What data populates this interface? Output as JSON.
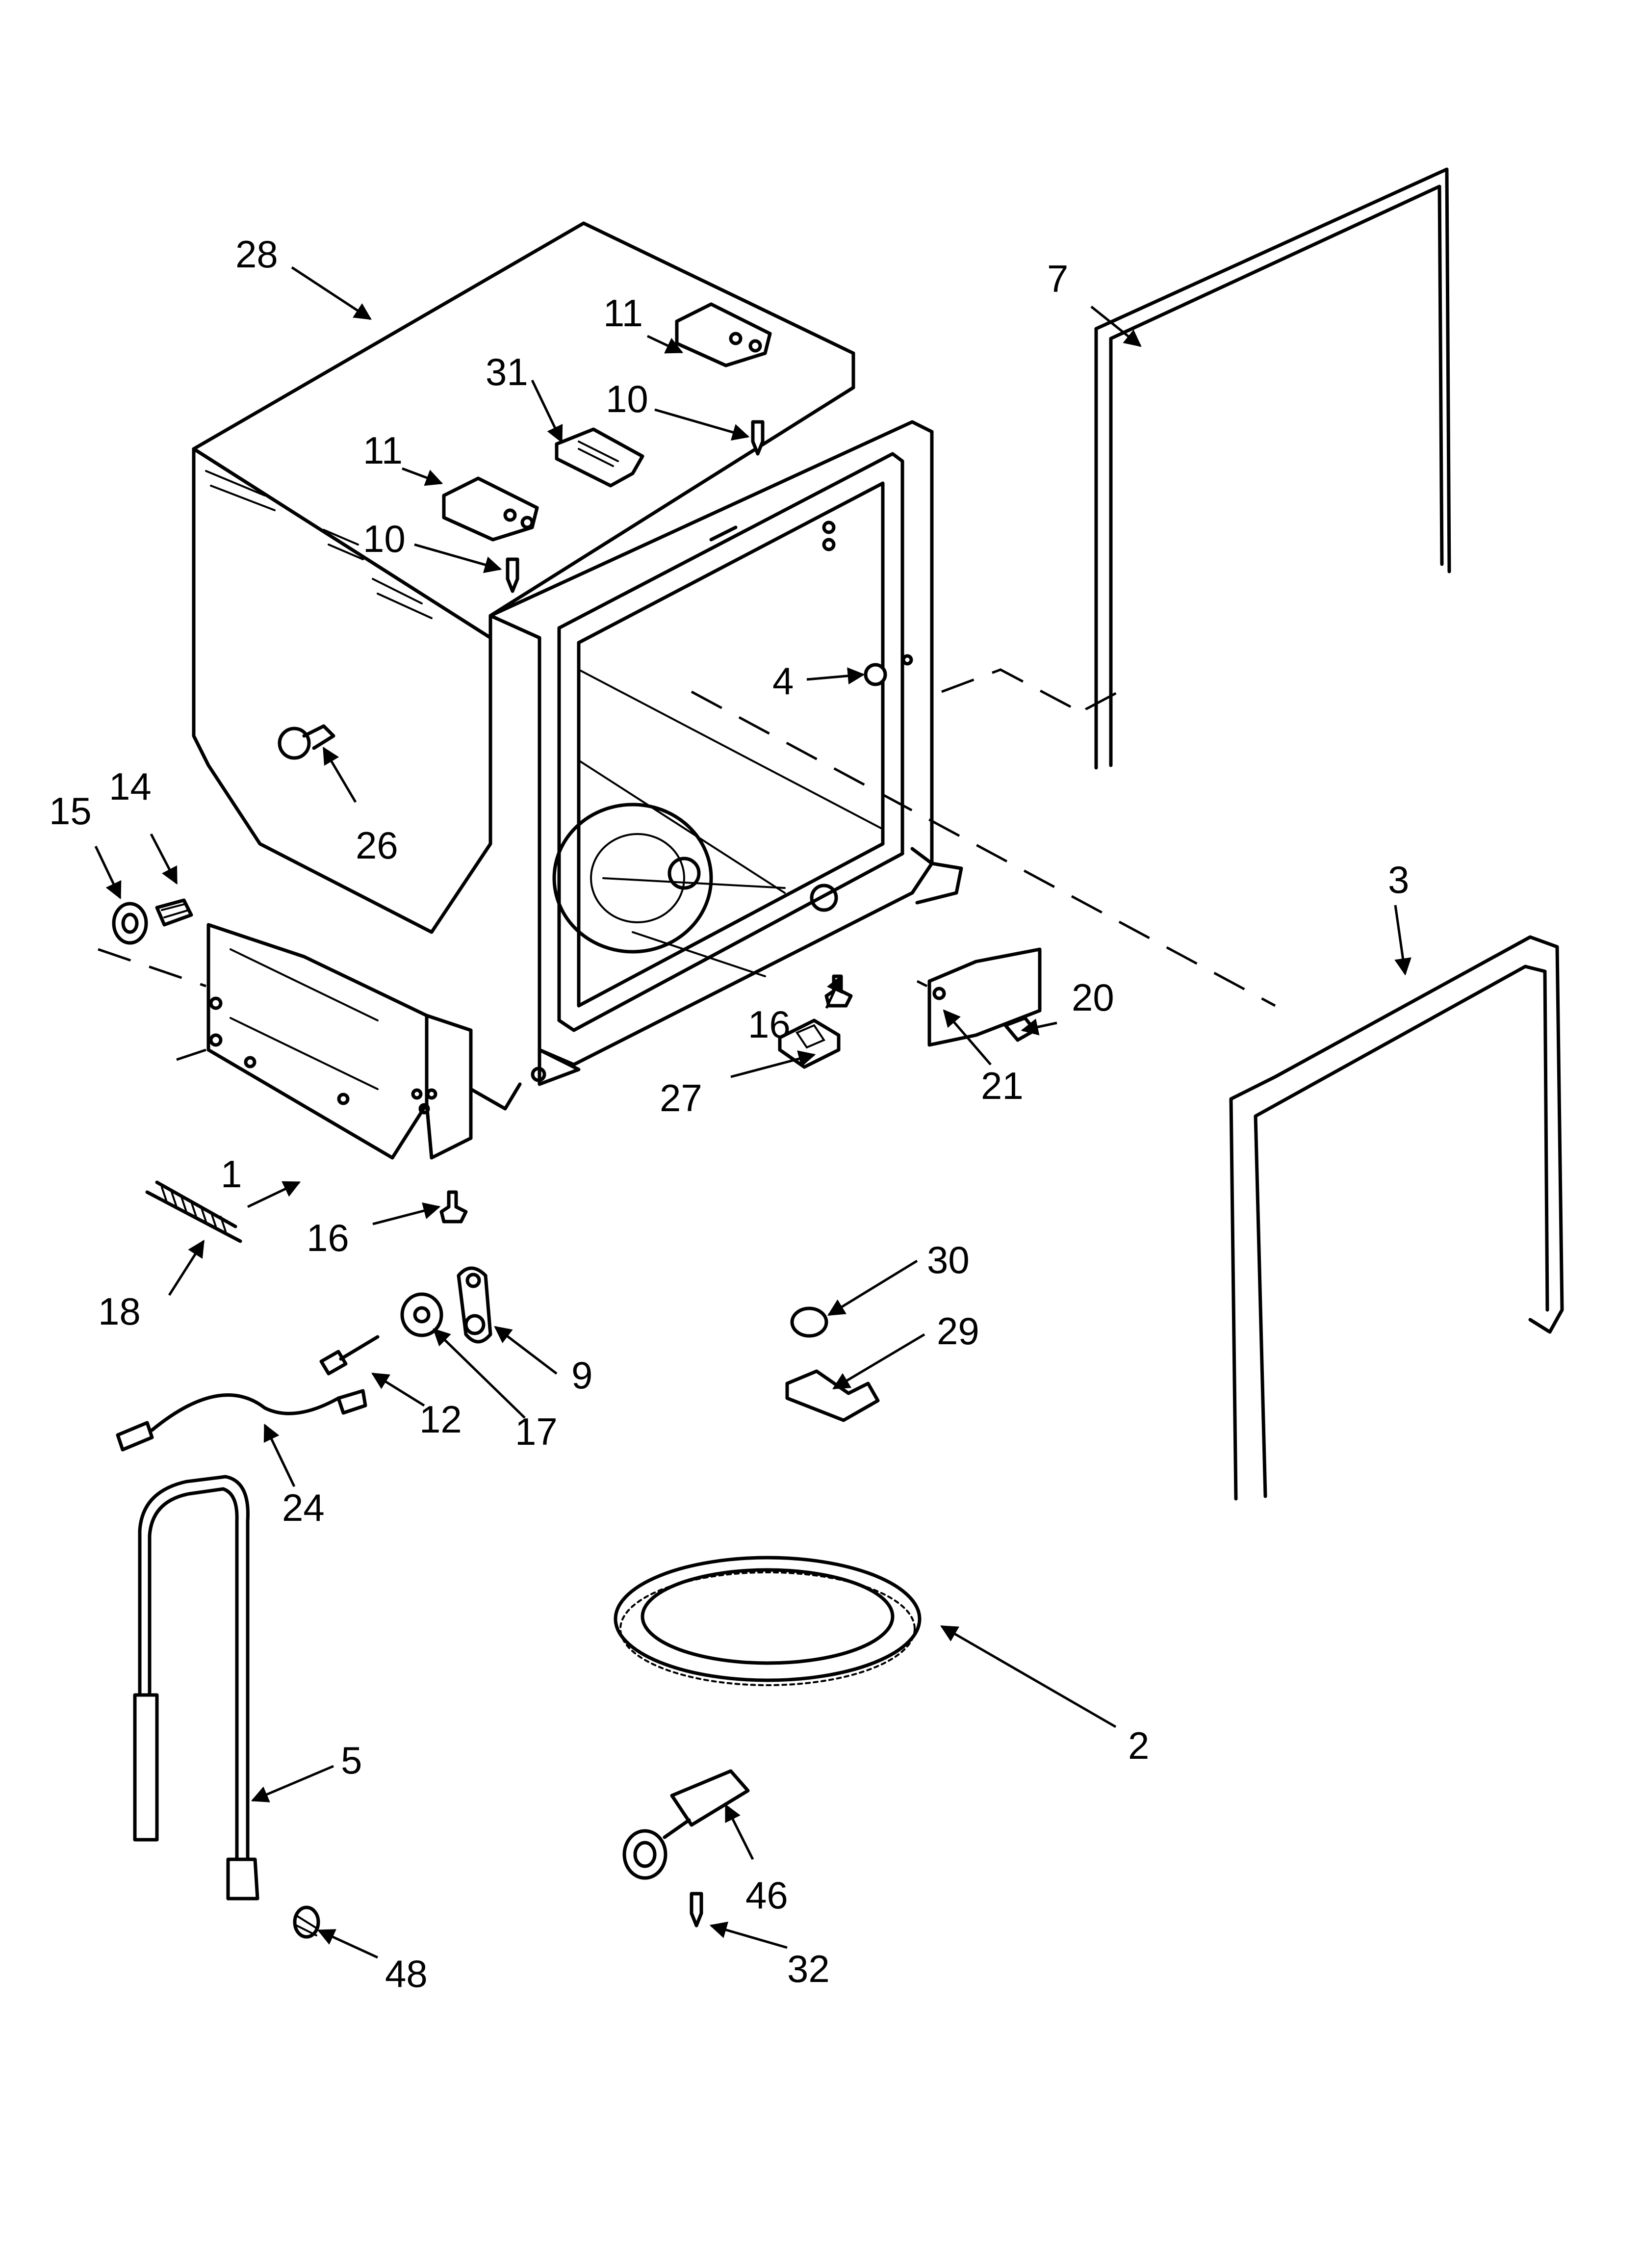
{
  "callouts": {
    "c1": "1",
    "c2": "2",
    "c3": "3",
    "c4": "4",
    "c5": "5",
    "c7": "7",
    "c9": "9",
    "c10a": "10",
    "c10b": "10",
    "c11a": "11",
    "c11b": "11",
    "c12": "12",
    "c14": "14",
    "c15": "15",
    "c16a": "16",
    "c16b": "16",
    "c17": "17",
    "c18": "18",
    "c20": "20",
    "c21": "21",
    "c24": "24",
    "c26": "26",
    "c27": "27",
    "c28": "28",
    "c29": "29",
    "c30": "30",
    "c31": "31",
    "c32": "32",
    "c46": "46",
    "c48": "48"
  }
}
